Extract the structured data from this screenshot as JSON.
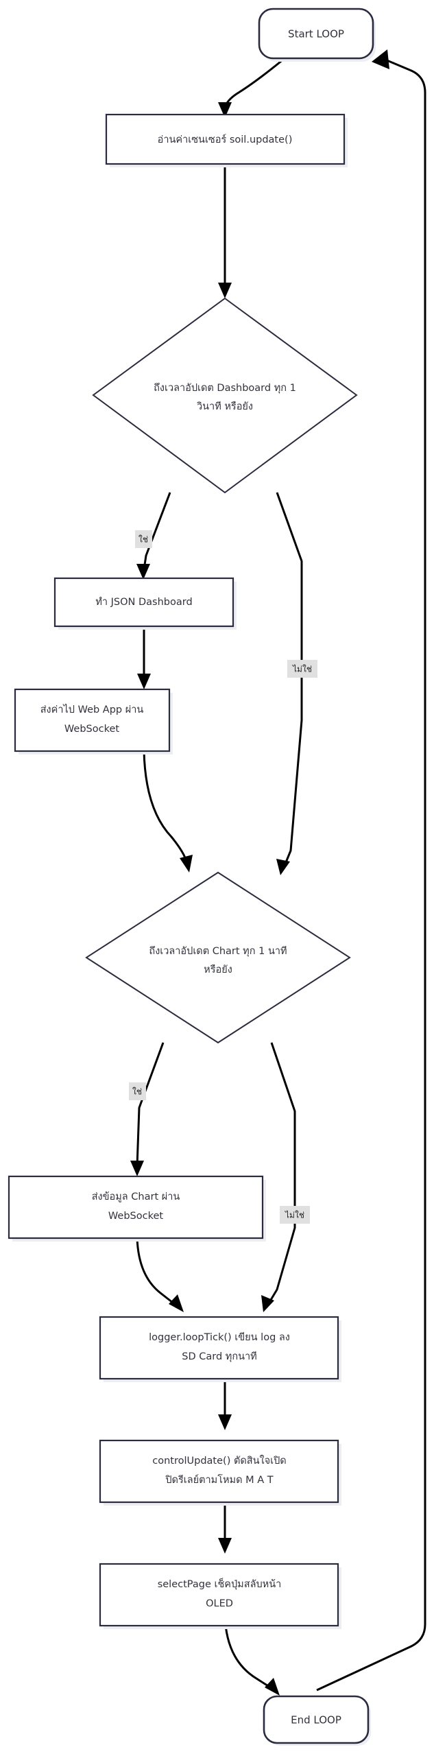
{
  "diagram": {
    "type": "flowchart",
    "orientation": "top-to-bottom",
    "title": "",
    "background_color": "#ffffff",
    "node_fill": "#ffffff",
    "node_stroke": "#2b2b40",
    "edge_color": "#000000",
    "edge_label_bg": "#e0e0e0",
    "text_color": "#31323b",
    "nodes": [
      {
        "id": "start",
        "shape": "rounded-terminator",
        "lines": [
          "Start LOOP"
        ]
      },
      {
        "id": "read-sensor",
        "shape": "rectangle",
        "lines": [
          "อ่านค่าเซนเซอร์ soil.update()"
        ]
      },
      {
        "id": "decision-dashboard",
        "shape": "diamond",
        "lines": [
          "ถึงเวลาอัปเดต Dashboard ทุก 1",
          "วินาที หรือยัง"
        ]
      },
      {
        "id": "make-json",
        "shape": "rectangle",
        "lines": [
          "ทำ JSON Dashboard"
        ]
      },
      {
        "id": "send-webapp",
        "shape": "rectangle",
        "lines": [
          "ส่งค่าไป Web App ผ่าน",
          "WebSocket"
        ]
      },
      {
        "id": "decision-chart",
        "shape": "diamond",
        "lines": [
          "ถึงเวลาอัปเดต Chart ทุก 1 นาที",
          "หรือยัง"
        ]
      },
      {
        "id": "send-chart",
        "shape": "rectangle",
        "lines": [
          "ส่งข้อมูล Chart ผ่าน",
          "WebSocket"
        ]
      },
      {
        "id": "logger-tick",
        "shape": "rectangle",
        "lines": [
          "logger.loopTick() เขียน log ลง",
          "SD Card ทุกนาที"
        ]
      },
      {
        "id": "control-update",
        "shape": "rectangle",
        "lines": [
          "controlUpdate() ตัดสินใจเปิด",
          "ปิดรีเลย์ตามโหมด M A T"
        ]
      },
      {
        "id": "select-page",
        "shape": "rectangle",
        "lines": [
          "selectPage เช็คปุ่มสลับหน้า",
          "OLED"
        ]
      },
      {
        "id": "end",
        "shape": "rounded-terminator",
        "lines": [
          "End LOOP"
        ]
      }
    ],
    "edges": [
      {
        "id": "e1",
        "from": "start",
        "to": "read-sensor",
        "label": ""
      },
      {
        "id": "e2",
        "from": "read-sensor",
        "to": "decision-dashboard",
        "label": ""
      },
      {
        "id": "e3",
        "from": "decision-dashboard",
        "to": "make-json",
        "label": "ใช่"
      },
      {
        "id": "e4",
        "from": "decision-dashboard",
        "to": "decision-chart",
        "label": "ไม่ใช่"
      },
      {
        "id": "e5",
        "from": "make-json",
        "to": "send-webapp",
        "label": ""
      },
      {
        "id": "e6",
        "from": "send-webapp",
        "to": "decision-chart",
        "label": ""
      },
      {
        "id": "e7",
        "from": "decision-chart",
        "to": "send-chart",
        "label": "ใช่"
      },
      {
        "id": "e8",
        "from": "decision-chart",
        "to": "logger-tick",
        "label": "ไม่ใช่"
      },
      {
        "id": "e9",
        "from": "send-chart",
        "to": "logger-tick",
        "label": ""
      },
      {
        "id": "e10",
        "from": "logger-tick",
        "to": "control-update",
        "label": ""
      },
      {
        "id": "e11",
        "from": "control-update",
        "to": "select-page",
        "label": ""
      },
      {
        "id": "e12",
        "from": "select-page",
        "to": "end",
        "label": ""
      },
      {
        "id": "e13",
        "from": "end",
        "to": "start",
        "label": ""
      }
    ],
    "edge_labels": {
      "yes": "ใช่",
      "no": "ไม่ใช่"
    }
  }
}
